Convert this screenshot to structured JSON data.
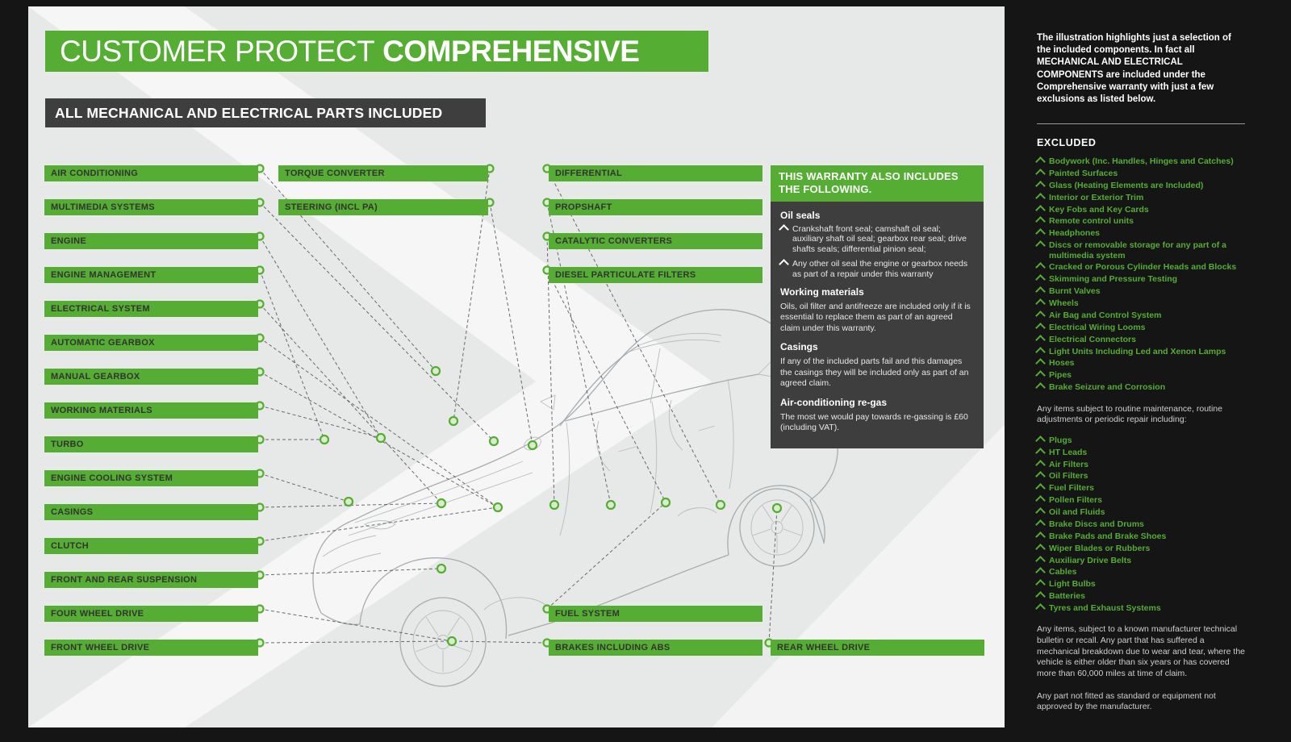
{
  "header": {
    "title_regular": "CUSTOMER PROTECT",
    "title_bold": "COMPREHENSIVE",
    "subtitle": "ALL MECHANICAL AND ELECTRICAL PARTS INCLUDED"
  },
  "labels": {
    "left": [
      "AIR CONDITIONING",
      "MULTIMEDIA SYSTEMS",
      "ENGINE",
      "ENGINE MANAGEMENT",
      "ELECTRICAL SYSTEM",
      "AUTOMATIC GEARBOX",
      "MANUAL GEARBOX",
      "WORKING MATERIALS",
      "TURBO",
      "ENGINE COOLING SYSTEM",
      "CASINGS",
      "CLUTCH",
      "FRONT AND REAR SUSPENSION",
      "FOUR WHEEL DRIVE",
      "FRONT WHEEL DRIVE"
    ],
    "middle": [
      "TORQUE CONVERTER",
      "STEERING (INCL PA)"
    ],
    "right": [
      "DIFFERENTIAL",
      "PROPSHAFT",
      "CATALYTIC CONVERTERS",
      "DIESEL PARTICULATE FILTERS"
    ],
    "bottom": [
      "FUEL SYSTEM",
      "BRAKES INCLUDING ABS"
    ],
    "rear": [
      "REAR WHEEL DRIVE"
    ]
  },
  "warranty_panel": {
    "header": "THIS WARRANTY ALSO INCLUDES THE FOLLOWING.",
    "oil_seals": {
      "title": "Oil seals",
      "bullets": [
        "Crankshaft front seal; camshaft oil seal; auxiliary shaft oil seal; gearbox rear seal; drive shafts seals; differential pinion seal;",
        "Any other oil seal the engine or gearbox needs as part of a repair under this warranty"
      ]
    },
    "working_materials": {
      "title": "Working materials",
      "text": "Oils, oil filter and antifreeze are included only if it is essential to replace them as part of an agreed claim under this warranty."
    },
    "casings": {
      "title": "Casings",
      "text": "If any of the included parts fail and this damages the casings they will be included only as part of an agreed claim."
    },
    "regas": {
      "title": "Air-conditioning re-gas",
      "text": "The most we would pay towards re-gassing is £60 (including VAT)."
    }
  },
  "sidebar": {
    "intro": "The illustration highlights just a selection of the included components. In fact all MECHANICAL AND ELECTRICAL COMPONENTS are included under the Comprehensive warranty with just a few exclusions as listed below.",
    "excluded_title": "EXCLUDED",
    "excluded_items": [
      "Bodywork (Inc. Handles, Hinges and Catches)",
      "Painted Surfaces",
      "Glass (Heating Elements are Included)",
      "Interior or Exterior Trim",
      "Key Fobs and Key Cards",
      "Remote control units",
      "Headphones",
      "Discs or removable storage for any part of a multimedia system",
      "Cracked or Porous Cylinder Heads and Blocks",
      "Skimming and Pressure Testing",
      "Burnt Valves",
      "Wheels",
      "Air Bag and Control System",
      "Electrical Wiring Looms",
      "Electrical Connectors",
      "Light Units Including Led and Xenon Lamps",
      "Hoses",
      "Pipes",
      "Brake Seizure and Corrosion"
    ],
    "routine_note": "Any items subject to routine maintenance, routine adjustments or periodic repair including:",
    "routine_items": [
      "Plugs",
      "HT Leads",
      "Air Filters",
      "Oil Filters",
      "Fuel Filters",
      "Pollen Filters",
      "Oil and Fluids",
      "Brake Discs and Drums",
      "Brake Pads and Brake Shoes",
      "Wiper Blades or Rubbers",
      "Auxiliary Drive Belts",
      "Cables",
      "Light Bulbs",
      "Batteries",
      "Tyres and Exhaust Systems"
    ],
    "note_bulletin": "Any items, subject to a known manufacturer technical bulletin or recall. Any part that has suffered a mechanical breakdown due to wear and tear, where the vehicle is either older than six years or has covered more than 60,000 miles at time of claim.",
    "note_non_standard": "Any part not fitted as standard or equipment not approved by the manufacturer."
  },
  "colors": {
    "green": "#55ad33",
    "dark_panel": "#3e3e3e",
    "frame": "#151515",
    "panel_background": "#e7e8e8"
  }
}
